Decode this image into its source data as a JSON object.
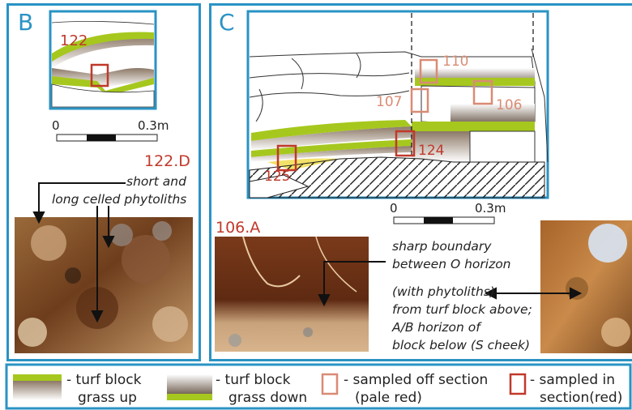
{
  "panels": {
    "b": {
      "letter": "B"
    },
    "c": {
      "letter": "C"
    }
  },
  "samples": {
    "s122": "122",
    "s122d": "122.D",
    "s110": "110",
    "s107": "107",
    "s106": "106",
    "s124": "124",
    "s125": "125",
    "s106a": "106.A"
  },
  "scales": {
    "b": {
      "start": "0",
      "end": "0.3m"
    },
    "c": {
      "start": "0",
      "end": "0.3m"
    }
  },
  "annotations": {
    "phytoliths": [
      "short and",
      "long celled phytoliths"
    ],
    "boundary": [
      "sharp boundary",
      "between O horizon",
      "(with phytoliths)",
      "from turf block above;",
      "A/B horizon of",
      "block below (S cheek)"
    ]
  },
  "legend": {
    "grass_up": [
      "- turf block",
      "grass up"
    ],
    "grass_down": [
      "- turf block",
      "grass down"
    ],
    "off_section": [
      "- sampled off section",
      "(pale red)"
    ],
    "in_section": [
      "- sampled in",
      "section(red)"
    ]
  },
  "colors": {
    "panel_border": "#2a93c4",
    "turf_green": "#a6c81e",
    "sample_red": "#c0392b",
    "sample_pale_red": "#d98b74"
  },
  "icons": [
    "arrow-icon",
    "double-arrow-icon",
    "scale-bar-icon"
  ]
}
